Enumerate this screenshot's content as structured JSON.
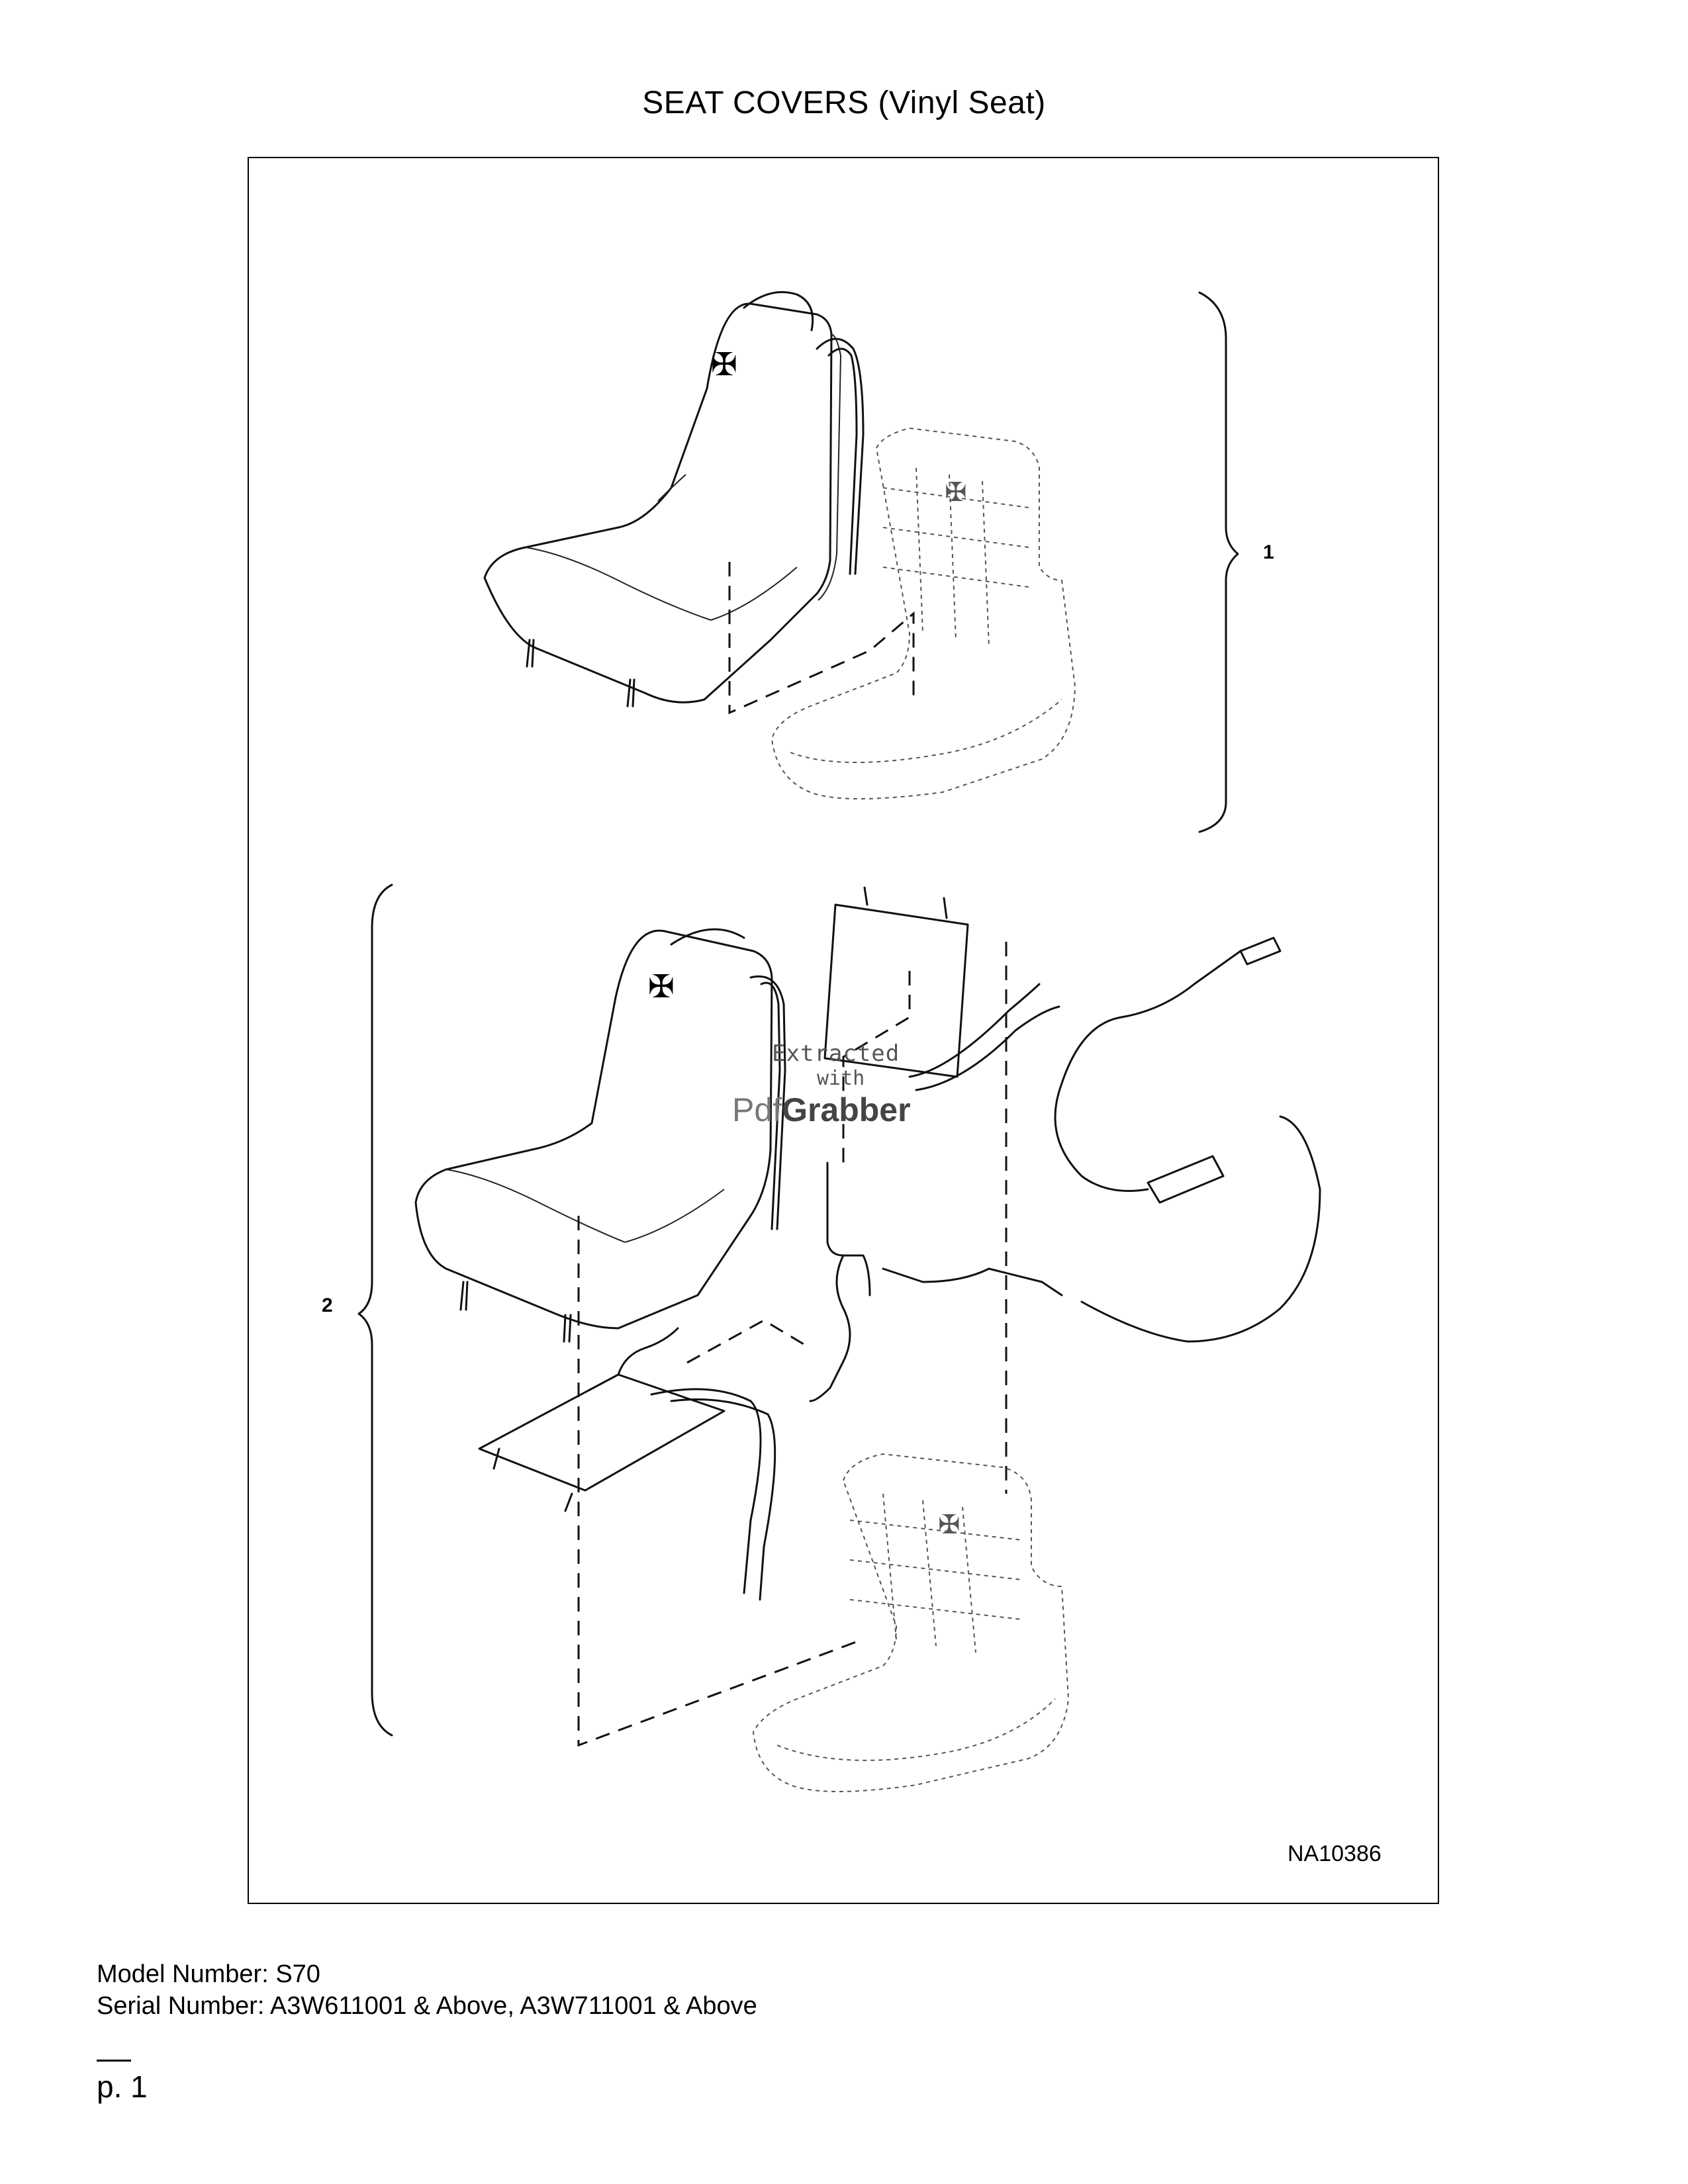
{
  "title": "SEAT COVERS (Vinyl Seat)",
  "figure": {
    "id": "NA10386",
    "callouts": [
      "1",
      "2"
    ]
  },
  "watermark": {
    "line1": "Extracted",
    "line2": "with",
    "line3_prefix": "Pdf",
    "line3_bold": "Grabber"
  },
  "footer": {
    "model": "Model Number: S70",
    "serial": "Serial Number: A3W611001 & Above, A3W711001 & Above",
    "page": "p. 1"
  }
}
